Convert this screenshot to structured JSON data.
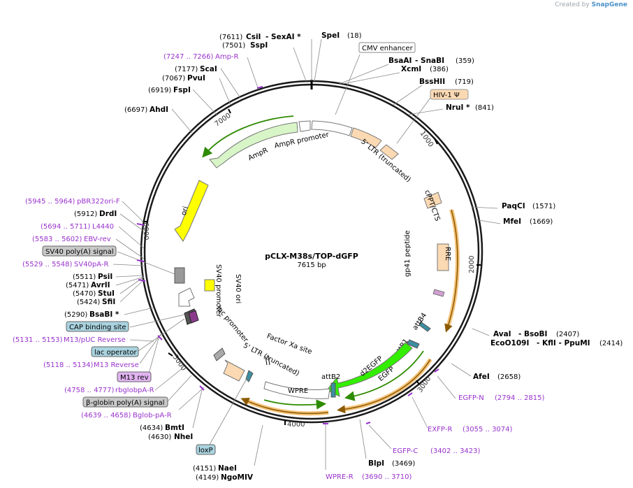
{
  "watermark": {
    "created_by": "Created by",
    "brand": "SnapGene"
  },
  "map": {
    "name": "pCLX-M38s/TOP-dGFP",
    "size": "7615 bp"
  },
  "ticks": [
    "1000",
    "2000",
    "3000",
    "4000",
    "5000",
    "6000",
    "7000"
  ],
  "features": [
    {
      "name": "CMV enhancer",
      "label": "CMV enhancer"
    },
    {
      "name": "5' LTR (truncated) top",
      "label": "5' LTR (truncated)"
    },
    {
      "name": "AmpR promoter",
      "label": "AmpR promoter"
    },
    {
      "name": "AmpR",
      "label": "AmpR"
    },
    {
      "name": "ori",
      "label": "ori"
    },
    {
      "name": "HIV-1 Psi",
      "label": "HIV-1 Ψ"
    },
    {
      "name": "cPPT/CTS",
      "label": "cPPT/CTS"
    },
    {
      "name": "RRE",
      "label": "RRE"
    },
    {
      "name": "gp41 peptide",
      "label": "gp41 peptide"
    },
    {
      "name": "attB4",
      "label": "attB4"
    },
    {
      "name": "attB1",
      "label": "attB1"
    },
    {
      "name": "d2EGFP",
      "label": "d2EGFP"
    },
    {
      "name": "EGFP",
      "label": "EGFP"
    },
    {
      "name": "attB2",
      "label": "attB2"
    },
    {
      "name": "WPRE",
      "label": "WPRE"
    },
    {
      "name": "5' LTR (truncated) bottom",
      "label": "5' LTR (truncated)"
    },
    {
      "name": "Factor Xa site",
      "label": "Factor Xa site"
    },
    {
      "name": "lac promoter",
      "label": "lac promoter"
    },
    {
      "name": "SV40 promoter",
      "label": "SV40 promoter"
    },
    {
      "name": "SV40 ori",
      "label": "SV40 ori"
    }
  ],
  "sites": [
    {
      "pos": "(7611)",
      "name": "CsiI",
      "extra": "- SexAI *"
    },
    {
      "pos": "(7501)",
      "name": "SspI"
    },
    {
      "pos": "",
      "name": "SpeI",
      "after": "(18)"
    },
    {
      "pos": "",
      "name": "BsaAI",
      "extra": "- SnaBI",
      "after": "(359)"
    },
    {
      "pos": "",
      "name": "XcmI",
      "after": "(386)"
    },
    {
      "pos": "",
      "name": "BssHII",
      "after": "(719)"
    },
    {
      "pos": "",
      "name": "NruI *",
      "after": "(841)"
    },
    {
      "pos": "",
      "name": "PaqCI",
      "after": "(1571)"
    },
    {
      "pos": "",
      "name": "MfeI",
      "after": "(1669)"
    },
    {
      "pos": "",
      "name": "AvaI",
      "extra": "- BsoBI",
      "after": "(2407)"
    },
    {
      "pos": "",
      "name": "EcoO109I",
      "extra": "- KflI - PpuMI",
      "after": "(2414)"
    },
    {
      "pos": "",
      "name": "AfeI",
      "after": "(2658)"
    },
    {
      "pos": "",
      "name": "BlpI",
      "after": "(3469)"
    },
    {
      "pos": "(4151)",
      "name": "NaeI"
    },
    {
      "pos": "(4149)",
      "name": "NgoMIV"
    },
    {
      "pos": "(4634)",
      "name": "BmtI"
    },
    {
      "pos": "(4630)",
      "name": "NheI"
    },
    {
      "pos": "(5290)",
      "name": "BsaBI *"
    },
    {
      "pos": "(5424)",
      "name": "SfiI"
    },
    {
      "pos": "(5470)",
      "name": "StuI"
    },
    {
      "pos": "(5471)",
      "name": "AvrII"
    },
    {
      "pos": "(5511)",
      "name": "PsiI"
    },
    {
      "pos": "(5912)",
      "name": "DrdI"
    },
    {
      "pos": "(6697)",
      "name": "AhdI"
    },
    {
      "pos": "(6919)",
      "name": "FspI"
    },
    {
      "pos": "(7067)",
      "name": "PvuI"
    },
    {
      "pos": "(7177)",
      "name": "ScaI"
    }
  ],
  "primers": [
    {
      "range": "(7247 .. 7266)",
      "name": "Amp-R"
    },
    {
      "range": "(5945 .. 5964)",
      "name": "pBR322ori-F"
    },
    {
      "range": "(5694 .. 5711)",
      "name": "L4440"
    },
    {
      "range": "(5583 .. 5602)",
      "name": "EBV-rev"
    },
    {
      "range": "(5529 .. 5548)",
      "name": "SV40pA-R"
    },
    {
      "range": "(5131 .. 5153)",
      "name": "M13/pUC Reverse"
    },
    {
      "range": "(5118 .. 5134)",
      "name": "M13 Reverse"
    },
    {
      "range": "(4758 .. 4777)",
      "name": "rbglobpA-R"
    },
    {
      "range": "(4639 .. 4658)",
      "name": "Bglob-pA-R"
    },
    {
      "name": "EGFP-N",
      "range": "(2794 .. 2815)"
    },
    {
      "name": "EXFP-R",
      "range": "(3055 .. 3074)"
    },
    {
      "name": "EGFP-C",
      "range": "(3402 .. 3423)"
    },
    {
      "name": "WPRE-R",
      "range": "(3690 .. 3710)"
    }
  ],
  "boxed": [
    {
      "name": "SV40 poly(A) signal"
    },
    {
      "name": "CAP binding site"
    },
    {
      "name": "lac operator"
    },
    {
      "name": "M13 rev"
    },
    {
      "name": "β-globin poly(A) signal"
    },
    {
      "name": "loxP"
    }
  ],
  "colors": {
    "backbone": "#1a1a1a",
    "primer": "#9932cc",
    "gfp": "#33ee00",
    "ori": "#ffff00",
    "ltr": "#fbd9b3",
    "highlight": "#f5c37a",
    "boxed_blue": "#a9d3df",
    "boxed_grey": "#c8c8c8",
    "boxed_purple": "#e0b3f0"
  }
}
